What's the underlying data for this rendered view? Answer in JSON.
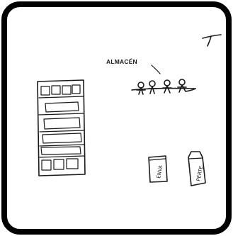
{
  "sketch": {
    "warehouse_label": "ALMACÉN",
    "corner_mark": "T",
    "bin_left_text": "ENVA",
    "bin_right_text": "PERTE"
  }
}
